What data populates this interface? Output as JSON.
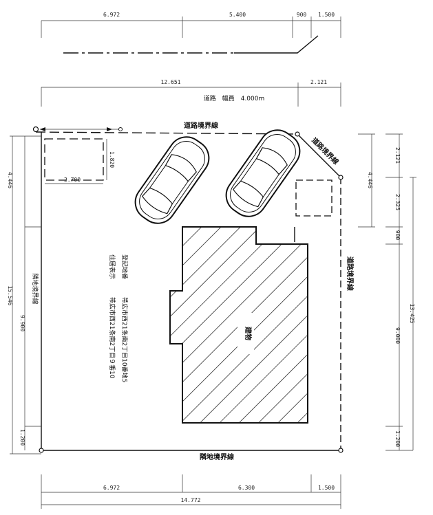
{
  "dims": {
    "top_a": "6.972",
    "top_b": "5.400",
    "top_c": "900",
    "top_d": "1.500",
    "road_a": "12.651",
    "road_b": "2.121",
    "road_width": "道路　幅員　4.000m",
    "park_w": "2.700",
    "park_h": "1.820",
    "left_top": "4.446",
    "left_total": "15.546",
    "left_mid": "9.900",
    "left_bot": "1.200",
    "right_a": "2.121",
    "right_b": "4.446",
    "right_c": "2.325",
    "right_d": "900",
    "right_e": "9.000",
    "right_f": "1.200",
    "right_total": "13.425",
    "bot_a": "6.972",
    "bot_b": "6.300",
    "bot_c": "1.500",
    "bot_total": "14.772"
  },
  "labels": {
    "road_boundary_top": "道路境界線",
    "road_boundary_diag": "道路境界線",
    "road_boundary_right": "道路境界線",
    "neighbor_boundary_bottom": "隣地境界線",
    "neighbor_boundary_left": "隣地境界線",
    "building": "建物"
  },
  "address": {
    "line1_label": "登記地番",
    "line1_value": "帯広市西21条南2丁目10番地5",
    "line2_label": "住居表示",
    "line2_value": "帯広市西21条南2丁目９番10"
  }
}
